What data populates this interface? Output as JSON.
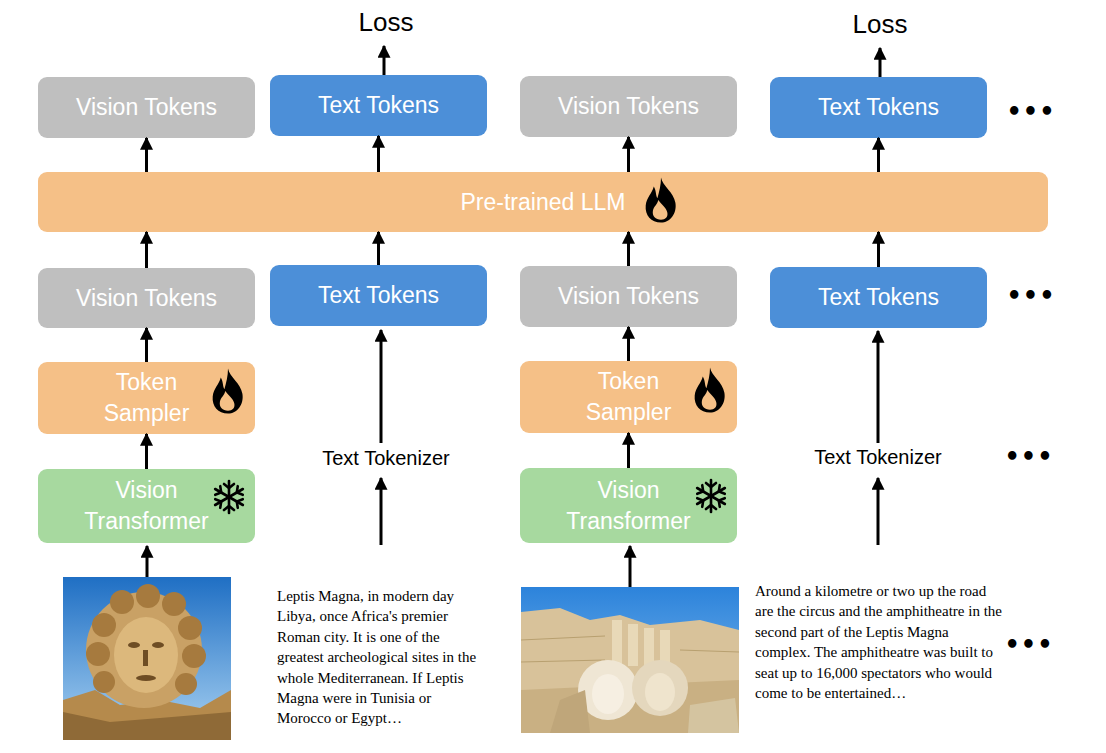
{
  "diagram": {
    "nodes": [
      {
        "text": [
          "Vision Tokens"
        ]
      },
      {
        "text": [
          "Text Tokens"
        ]
      },
      {
        "text": [
          "Vision Tokens"
        ]
      },
      {
        "text": [
          "Text Tokens"
        ]
      },
      {
        "text": [
          "Pre-trained LLM"
        ]
      },
      {
        "text": [
          "Vision Tokens"
        ]
      },
      {
        "text": [
          "Text Tokens"
        ]
      },
      {
        "text": [
          "Vision Tokens"
        ]
      },
      {
        "text": [
          "Text Tokens"
        ]
      },
      {
        "text": [
          "Token Sampler"
        ]
      },
      {
        "text": [
          "Token Sampler"
        ]
      },
      {
        "text": [
          "Vision Transformer"
        ]
      },
      {
        "text": [
          "Vision Transformer"
        ]
      }
    ],
    "edges": [
      {
        "from": 11,
        "to": 9,
        "arrow": "to"
      },
      {
        "from": 9,
        "to": 5,
        "arrow": "to"
      },
      {
        "from": 5,
        "to": 4,
        "arrow": "to"
      },
      {
        "from": 6,
        "to": 4,
        "arrow": "to"
      },
      {
        "from": 12,
        "to": 10,
        "arrow": "to"
      },
      {
        "from": 10,
        "to": 7,
        "arrow": "to"
      },
      {
        "from": 7,
        "to": 4,
        "arrow": "to"
      },
      {
        "from": 8,
        "to": 4,
        "arrow": "to"
      },
      {
        "from": 4,
        "to": 0,
        "arrow": "to"
      },
      {
        "from": 4,
        "to": 1,
        "arrow": "to"
      },
      {
        "from": 4,
        "to": 2,
        "arrow": "to"
      },
      {
        "from": 4,
        "to": 3,
        "arrow": "to"
      }
    ],
    "labels": [
      "Loss",
      "Loss",
      "•••",
      "•••",
      "Text Tokenizer",
      "Text Tokenizer",
      "•••",
      "Leptis Magna, in modern day Libya, once Africa's premier Roman city. It is one of the greatest archeological sites in the whole Mediterranean. If Leptis Magna were in Tunisia or Morocco or Egypt…",
      "Around a kilometre or two up the road are the circus and the amphitheatre in the second part of the Leptis Magna complex. The amphitheatre was built to seat up to 16,000 spectators who would come to be entertained…",
      "•••"
    ]
  }
}
